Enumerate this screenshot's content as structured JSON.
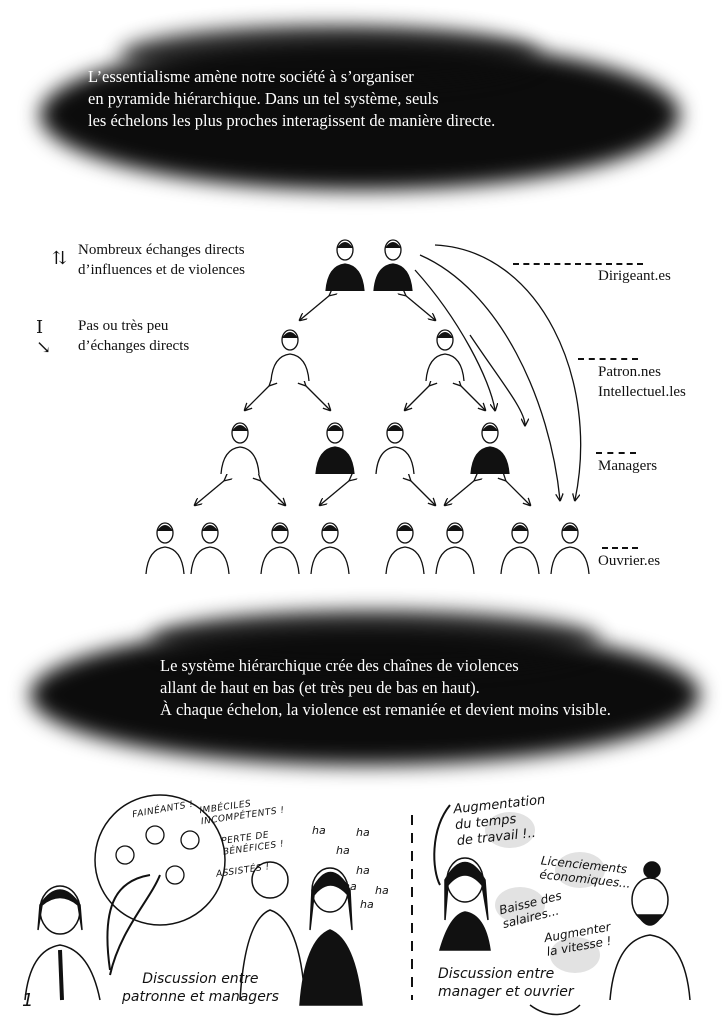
{
  "intro_box": {
    "lines": [
      "L’essentialisme amène notre société à s’organiser",
      "en pyramide hiérarchique. Dans un tel système, seuls",
      "les échelons les plus proches interagissent de manière directe."
    ]
  },
  "legend": {
    "direct_exchanges": [
      "Nombreux échanges directs",
      "d’influences et de violences"
    ],
    "no_exchanges": [
      "Pas ou très peu",
      "d’échanges directs"
    ]
  },
  "levels": {
    "leaders": "Dirigeant.es",
    "bosses": [
      "Patron.nes",
      "Intellectuel.les"
    ],
    "managers": "Managers",
    "workers": "Ouvrier.es"
  },
  "second_box": {
    "lines": [
      "Le système hiérarchique crée des chaînes de violences",
      "allant de haut en bas (et très peu de bas en haut).",
      "À chaque échelon, la violence est remaniée et devient moins visible."
    ]
  },
  "panel_left": {
    "insults": [
      "Fainéants !",
      "Imbéciles incompétents !",
      "Perte de bénéfices !",
      "Assistés !"
    ],
    "laughs": [
      "ha",
      "ha",
      "ha",
      "ha",
      "ha",
      "ha",
      "ha"
    ],
    "caption": [
      "Discussion entre",
      "patronne et managers"
    ]
  },
  "panel_right": {
    "speech": [
      "Augmentation du temps de travail !..",
      "Licenciements économiques...",
      "Baisse des salaires...",
      "Augmenter la vitesse !"
    ],
    "caption": [
      "Discussion entre",
      "manager et ouvrier"
    ]
  },
  "page_number": "1"
}
